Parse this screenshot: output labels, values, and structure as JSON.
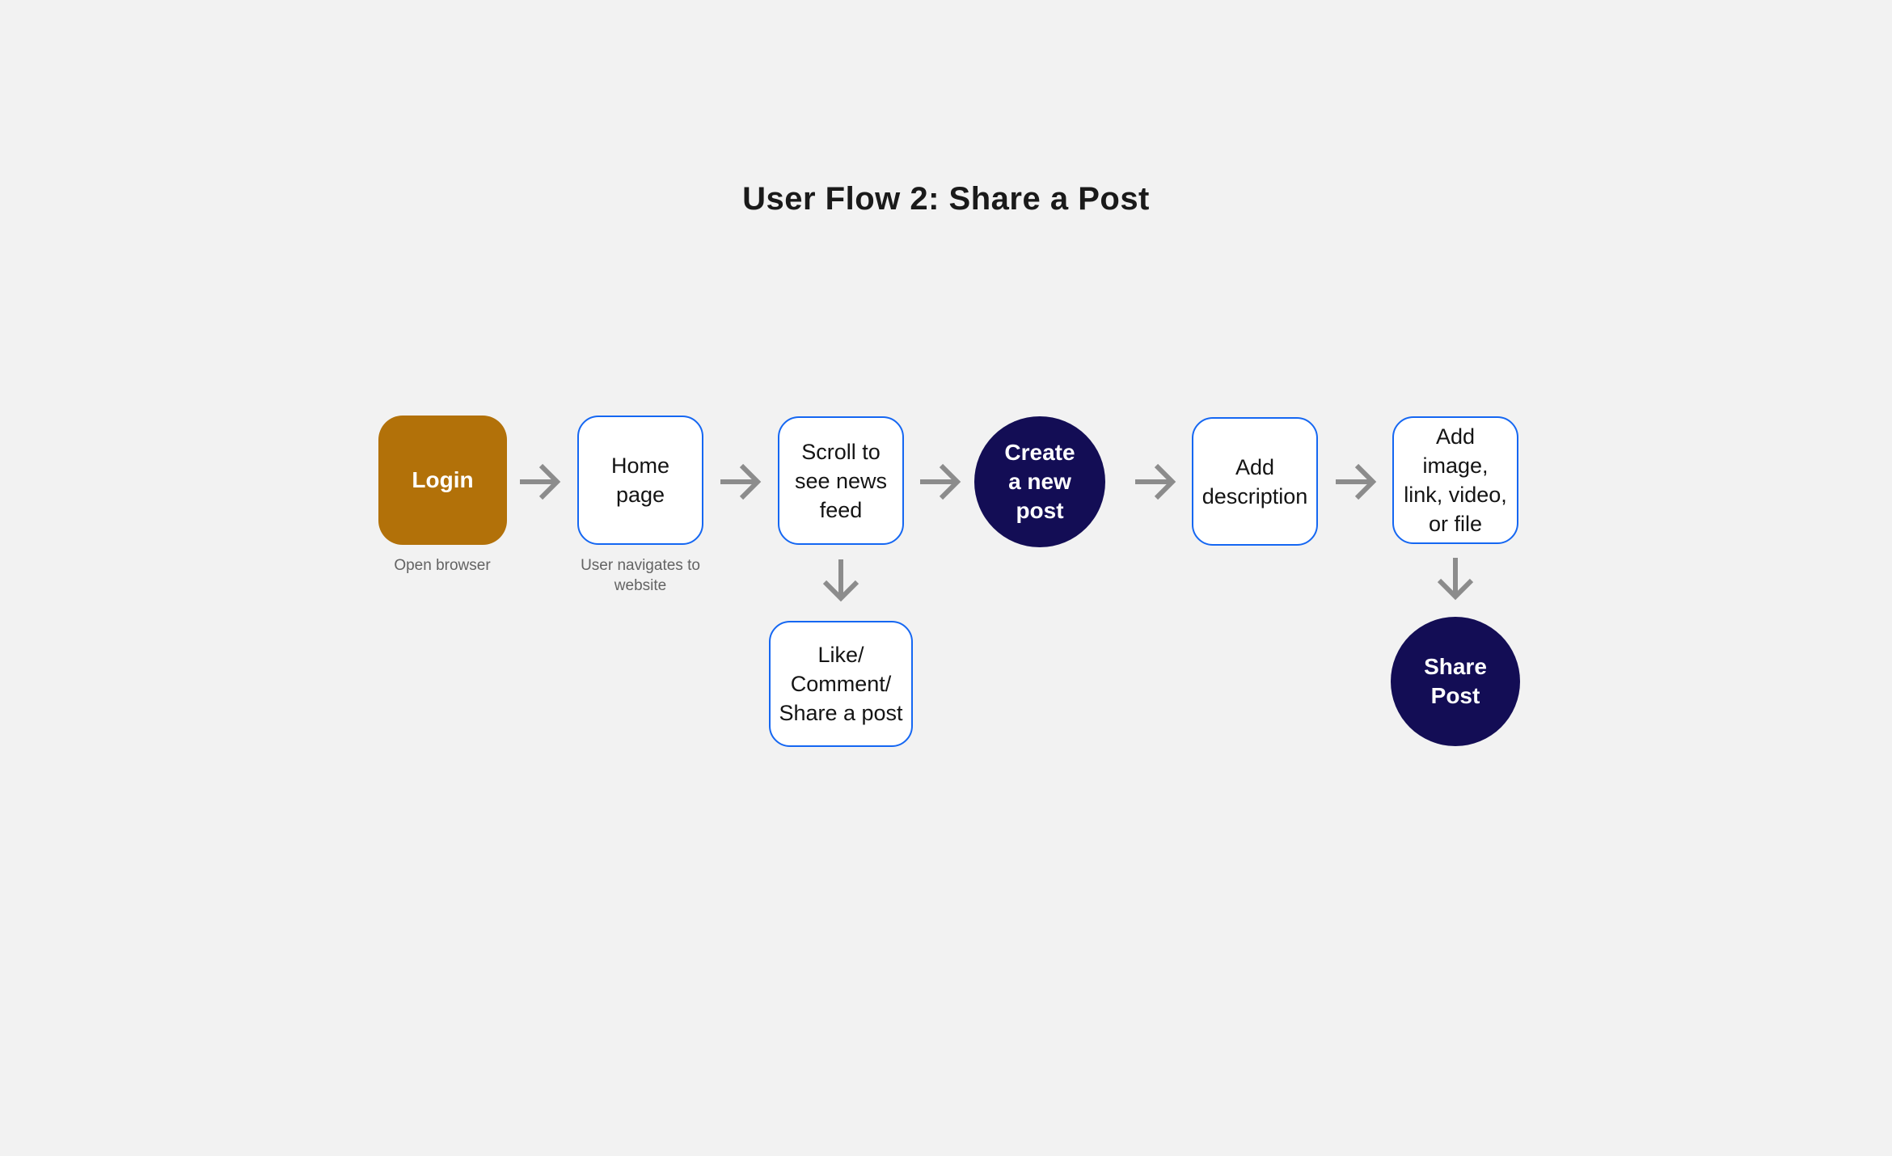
{
  "title": "User Flow 2: Share a Post",
  "colors": {
    "background": "#F2F2F2",
    "start_node_fill": "#B27109",
    "action_node_fill": "#130D55",
    "step_border_blue": "#1567F2",
    "arrow_gray": "#8C8C8C",
    "caption_gray": "#636363",
    "text_dark": "#1A1A1A"
  },
  "nodes": {
    "login": {
      "label": "Login",
      "caption": "Open browser"
    },
    "home": {
      "label": "Home\npage",
      "caption": "User navigates to\nwebsite"
    },
    "scroll": {
      "label": "Scroll to\nsee news\nfeed"
    },
    "engage": {
      "label": "Like/\nComment/\nShare a post"
    },
    "create": {
      "label": "Create\na new\npost"
    },
    "description": {
      "label": "Add\ndescription"
    },
    "attachments": {
      "label": "Add\nimage,\nlink, video,\nor file"
    },
    "share": {
      "label": "Share\nPost"
    }
  },
  "edges": [
    {
      "from": "login",
      "to": "home",
      "direction": "right"
    },
    {
      "from": "home",
      "to": "scroll",
      "direction": "right"
    },
    {
      "from": "scroll",
      "to": "create",
      "direction": "right"
    },
    {
      "from": "scroll",
      "to": "engage",
      "direction": "down"
    },
    {
      "from": "create",
      "to": "description",
      "direction": "right"
    },
    {
      "from": "description",
      "to": "attachments",
      "direction": "right"
    },
    {
      "from": "attachments",
      "to": "share",
      "direction": "down"
    }
  ]
}
